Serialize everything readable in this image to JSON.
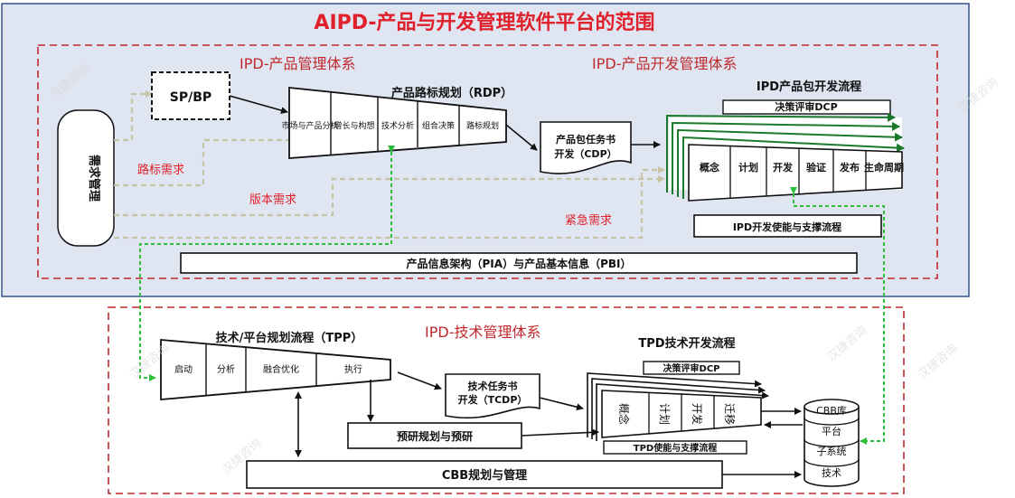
{
  "title": "AIPD-产品与开发管理软件平台的范围",
  "colors": {
    "title_red": "#e0202a",
    "section_red": "#c0282c",
    "green": "#1a7a2a",
    "dashed_green": "#2bbf3a",
    "beige_dash": "#c8c4a6",
    "panel_bg": "#dfe5f1",
    "panel_border": "#32528c"
  },
  "top": {
    "ipd_product_mgmt": "IPD-产品管理体系",
    "ipd_product_dev": "IPD-产品开发管理体系",
    "demand_mgmt": "需求管理",
    "sp_bp": "SP/BP",
    "rdp_title": "产品路标规划（RDP）",
    "rdp_steps": [
      "市场与产品分析",
      "增长与构想",
      "技术分析",
      "组合决策",
      "路标规划"
    ],
    "cdp": [
      "产品包任务书",
      "开发（CDP）"
    ],
    "ipd_title": "IPD产品包开发流程",
    "dcp": "决策评审DCP",
    "ipd_stages": [
      "概念",
      "计划",
      "开发",
      "验证",
      "发布",
      "生命周期"
    ],
    "ipd_enable": "IPD开发使能与支撑流程",
    "roadmap_req": "路标需求",
    "version_req": "版本需求",
    "urgent_req": "紧急需求",
    "pia": "产品信息架构（PIA）与产品基本信息（PBI）"
  },
  "bottom": {
    "ipd_tech_mgmt": "IPD-技术管理体系",
    "tpp_title": "技术/平台规划流程（TPP）",
    "tpp_steps": [
      "启动",
      "分析",
      "融合优化",
      "执行"
    ],
    "tcdp": [
      "技术任务书",
      "开发（TCDP）"
    ],
    "tpd_title": "TPD技术开发流程",
    "tpd_dcp": "决策评审DCP",
    "tpd_stages": [
      "概念",
      "计划",
      "开发",
      "迁移"
    ],
    "tpd_enable": "TPD使能与支撑流程",
    "pre_research": "预研规划与预研",
    "cbb_mgmt": "CBB规划与管理",
    "cbb_layers": [
      "CBB库",
      "平台",
      "子系统",
      "技术"
    ]
  },
  "watermark": "汉捷咨询"
}
